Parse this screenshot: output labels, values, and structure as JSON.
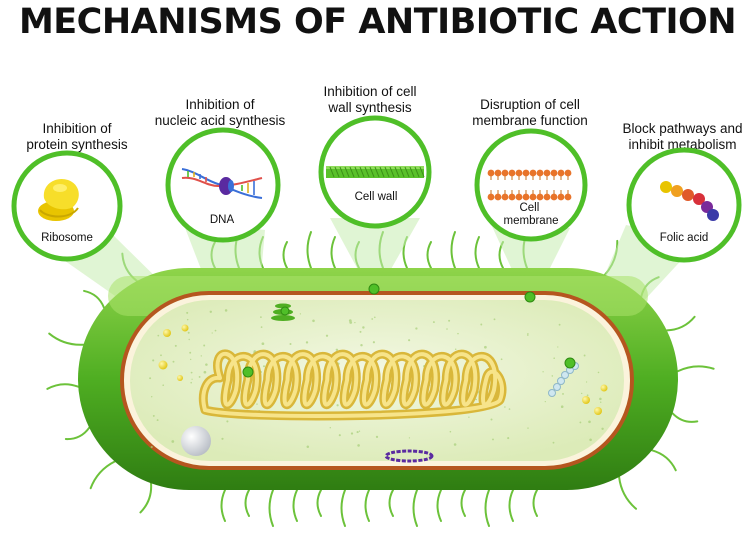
{
  "title": "MECHANISMS OF ANTIBIOTIC ACTION",
  "mechanisms": [
    {
      "lines": [
        "Inhibition of",
        "protein synthesis"
      ],
      "target": "Ribosome"
    },
    {
      "lines": [
        "Inhibition of",
        "nucleic acid synthesis"
      ],
      "target": "DNA"
    },
    {
      "lines": [
        "Inhibition of cell",
        "wall synthesis"
      ],
      "target": "Cell wall"
    },
    {
      "lines": [
        "Disruption of cell",
        "membrane function"
      ],
      "target": [
        "Cell",
        "membrane"
      ]
    },
    {
      "lines": [
        "Block pathways and",
        "inhibit metabolism"
      ],
      "target": "Folic acid"
    }
  ],
  "colors": {
    "accent_green": "#5cbf2a",
    "cell_wall_red": "#b5561f",
    "cytoplasm": "#e9f3cf",
    "dna_yellow": "#f2d462",
    "plasmid": "#5a2aa0"
  }
}
